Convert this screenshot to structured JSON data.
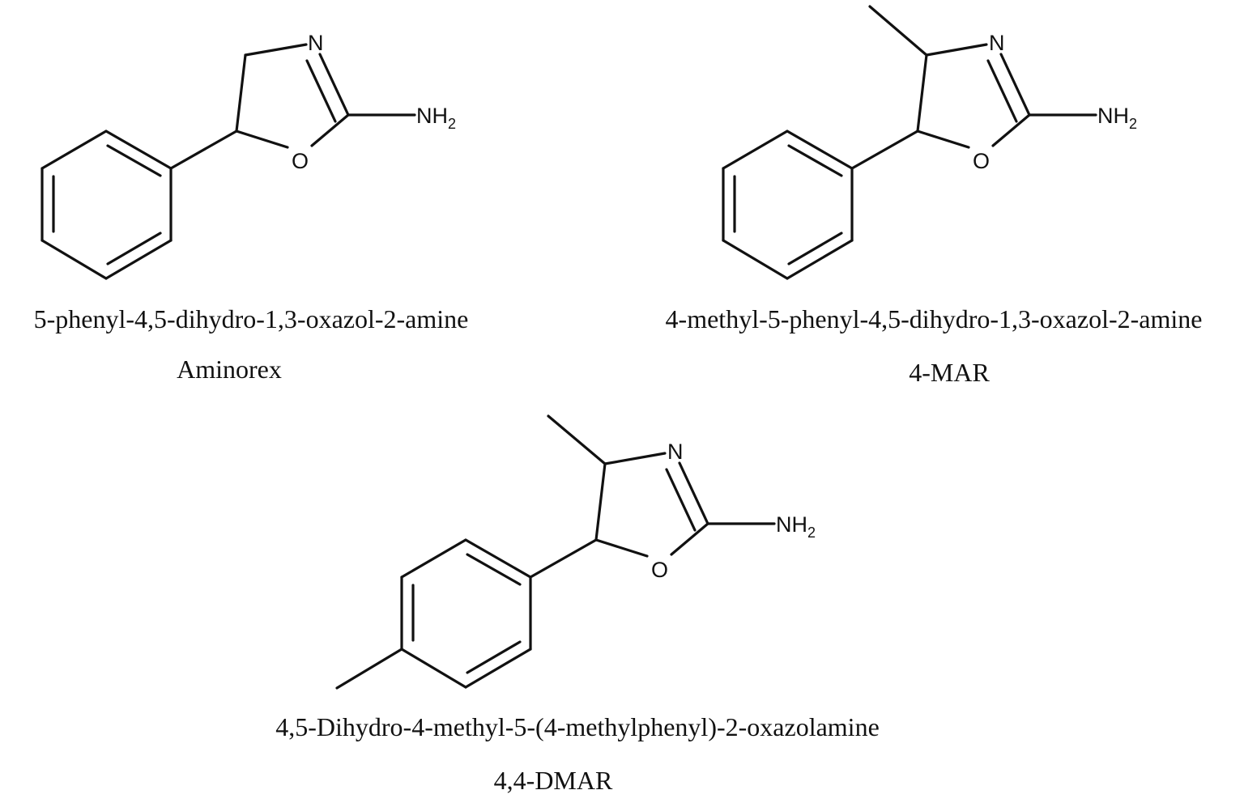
{
  "atoms": {
    "nitrogen": "N",
    "oxygen": "O",
    "amine": "NH",
    "amine_subscript": "2"
  },
  "compounds": [
    {
      "id": "aminorex",
      "iupac_name": "5-phenyl-4,5-dihydro-1,3-oxazol-2-amine",
      "common_name": "Aminorex"
    },
    {
      "id": "4-mar",
      "iupac_name": "4-methyl-5-phenyl-4,5-dihydro-1,3-oxazol-2-amine",
      "common_name": "4-MAR"
    },
    {
      "id": "4-4-dmar",
      "iupac_name": "4,5-Dihydro-4-methyl-5-(4-methylphenyl)-2-oxazolamine",
      "common_name": "4,4-DMAR"
    }
  ]
}
